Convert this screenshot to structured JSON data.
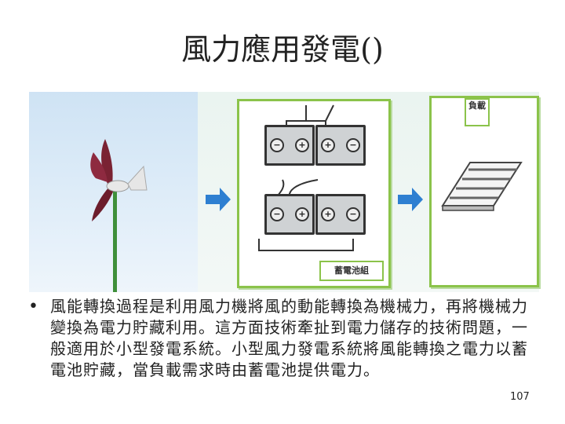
{
  "slide": {
    "title": "風力應用發電()",
    "bullet_marker": "•",
    "bullet_text": "風能轉換過程是利用風力機將風的動能轉換為機械力，再將機械力變換為電力貯藏利用。這方面技術牽扯到電力儲存的技術問題，一般適用於小型發電系統。小型風力發電系統將風能轉換之電力以蓄電池貯藏，當負載需求時由蓄電池提供電力。",
    "page_number": "107"
  },
  "diagram": {
    "battery_label": "蓄電池組",
    "load_label": "負載",
    "terminal_minus": "−",
    "terminal_plus": "+",
    "colors": {
      "panel_border": "#8bc34a",
      "arrow": "#2e7fd1",
      "sky": "#dcebf8"
    }
  }
}
